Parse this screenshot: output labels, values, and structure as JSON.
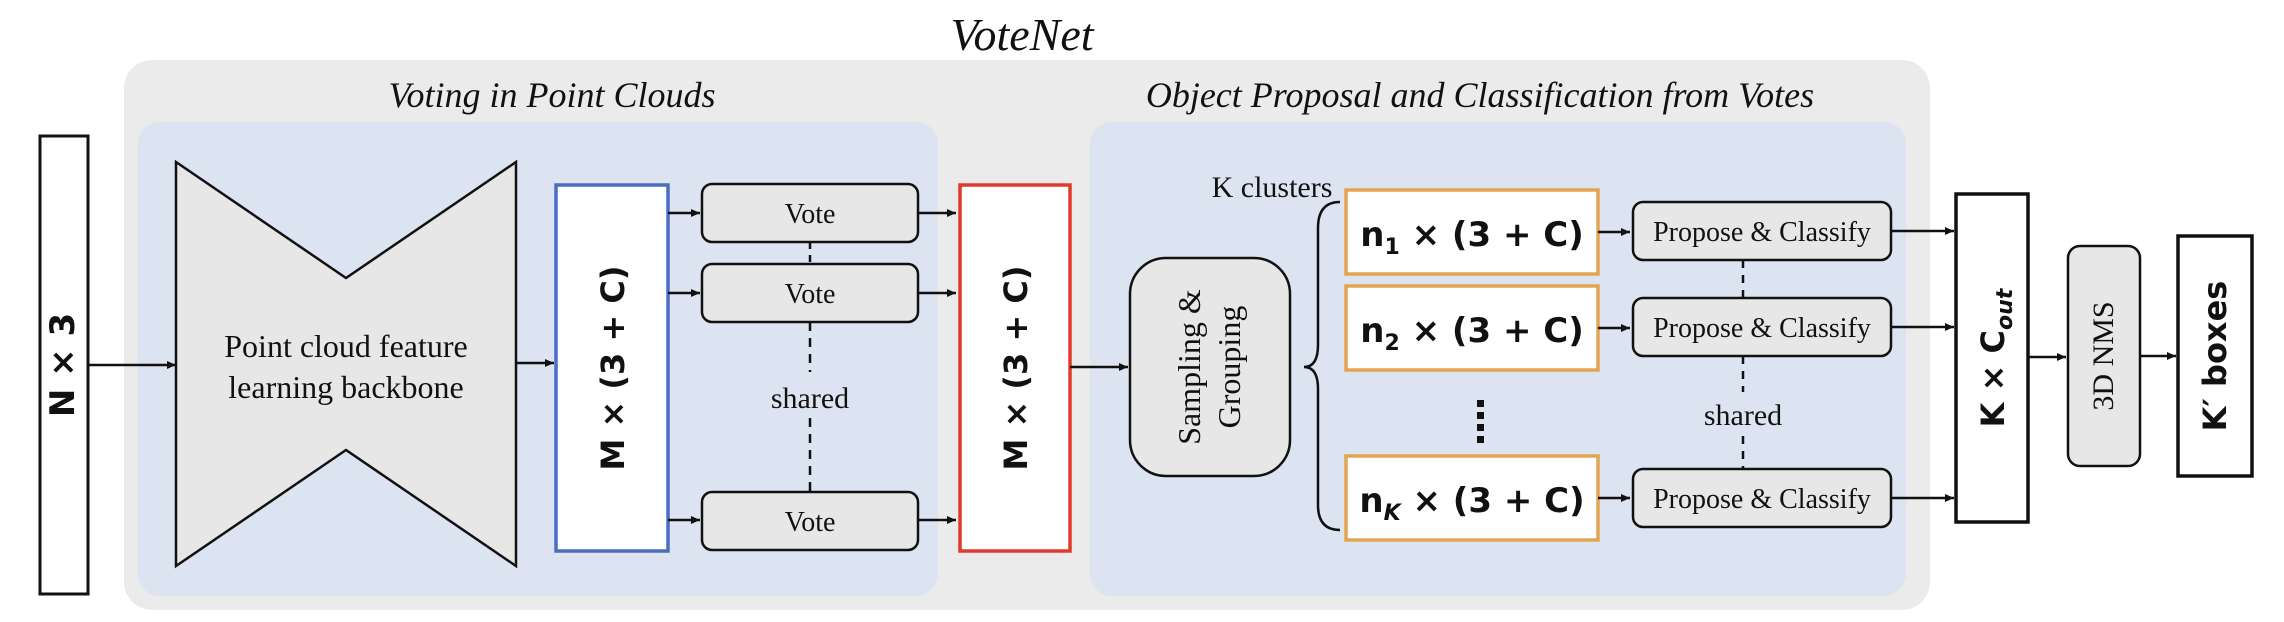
{
  "title": "VoteNet",
  "sections": {
    "voting": "Voting in Point Clouds",
    "proposal": "Object Proposal and Classification from Votes"
  },
  "input": {
    "label": "N × 3"
  },
  "backbone": {
    "line1": "Point cloud feature",
    "line2": "learning backbone"
  },
  "seeds": {
    "label": "M × (3 + C)"
  },
  "vote_modules": {
    "label": "Vote",
    "shared_label": "shared"
  },
  "votes": {
    "label": "M × (3 + C)"
  },
  "clusters_label": "K clusters",
  "sampling": {
    "line1": "Sampling &",
    "line2": "Grouping"
  },
  "cluster_items": {
    "c1": {
      "main": "n",
      "sub": "1",
      "rest": " × (3 + C)"
    },
    "c2": {
      "main": "n",
      "sub": "2",
      "rest": " × (3 + C)"
    },
    "ck": {
      "main": "n",
      "sub": "K",
      "rest": " × (3 + C)"
    }
  },
  "propose": {
    "label": "Propose & Classify",
    "shared_label": "shared"
  },
  "output": {
    "main": "K × C",
    "sub": "out"
  },
  "nms": {
    "label": "3D NMS"
  },
  "boxes": {
    "label": "K′ boxes"
  },
  "colors": {
    "outer_panel": "#ebebeb",
    "inner_panel": "#dce3f1",
    "box_fill": "#e7e7e7",
    "seed_border": "#4a6fc0",
    "vote_border": "#e03a2c",
    "cluster_border": "#e3a552",
    "stroke": "#111111"
  }
}
